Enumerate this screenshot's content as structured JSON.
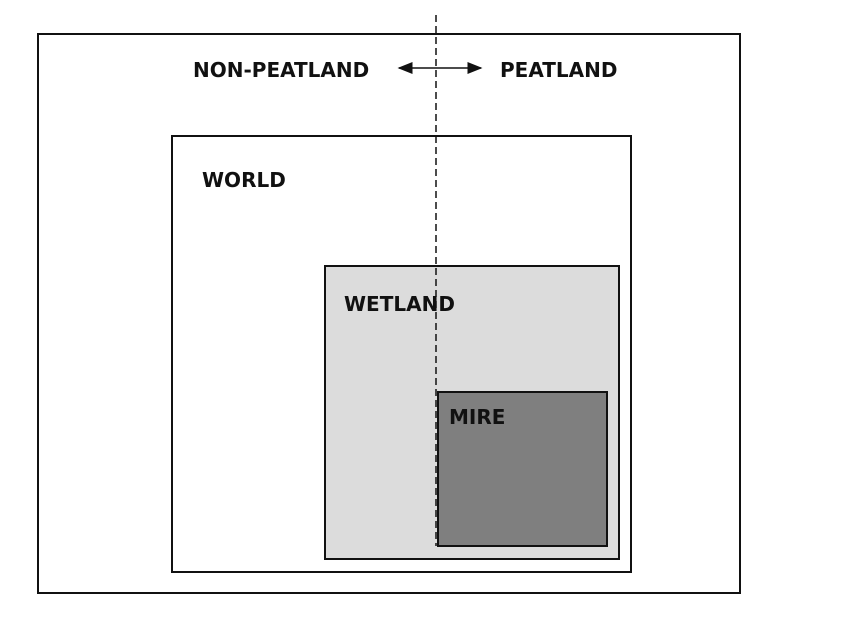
{
  "labels": {
    "non_peatland": "NON-PEATLAND",
    "peatland": "PEATLAND",
    "world": "WORLD",
    "wetland": "WETLAND",
    "mire": "MIRE"
  },
  "colors": {
    "world": "#ffffff",
    "wetland": "#dcdcdc",
    "mire": "#7f7f7f",
    "stroke": "#111111"
  }
}
